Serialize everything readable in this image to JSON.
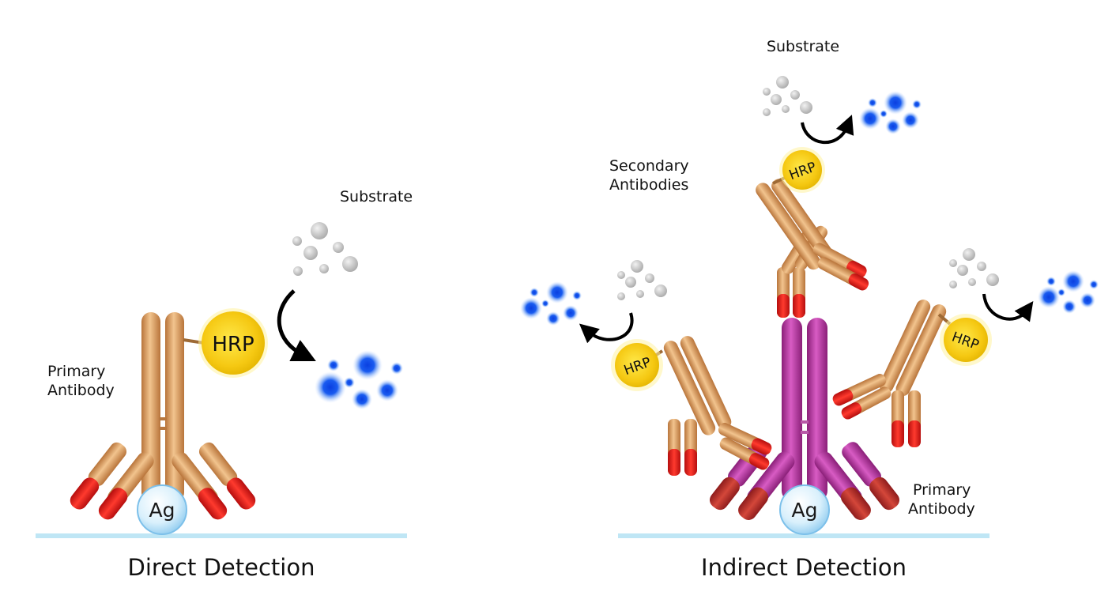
{
  "panels": {
    "direct": {
      "caption": "Direct Detection",
      "primary_antibody_label": [
        "Primary",
        "Antibody"
      ],
      "substrate_label": "Substrate",
      "enzyme_label": "HRP",
      "antigen_label": "Ag"
    },
    "indirect": {
      "caption": "Indirect Detection",
      "secondary_antibodies_label": [
        "Secondary",
        "Antibodies"
      ],
      "primary_antibody_label": [
        "Primary",
        "Antibody"
      ],
      "substrate_label": "Substrate",
      "enzyme_label": "HRP",
      "antigen_label": "Ag"
    }
  },
  "colors": {
    "primary_antibody_direct": "#E0A060",
    "primary_antibody_indirect": "#B0309A",
    "secondary_antibody": "#E0A060",
    "antibody_tip": "#E01515",
    "hrp": "#F5D01A",
    "product": "#1A55E0",
    "substrate": "#C8C8C8",
    "surface": "#BFE6F5",
    "antigen": "#CDEBFA"
  }
}
